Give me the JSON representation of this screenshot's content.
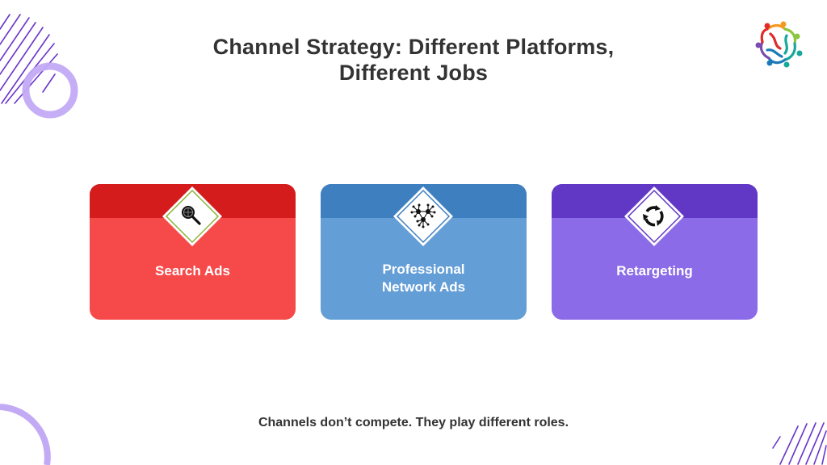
{
  "slide": {
    "title_lines": [
      "Channel Strategy: Different Platforms,",
      "Different Jobs"
    ],
    "footer_text": "Channels don’t compete. They play different roles.",
    "logo_icon": "people-circle-logo-icon"
  },
  "cards": [
    {
      "label_lines": [
        "Search Ads"
      ],
      "icon": "search-globe-icon",
      "band_color": "#d41c1c",
      "body_color": "#f64a4a",
      "frame_color": "#8ab33a"
    },
    {
      "label_lines": [
        "Professional",
        "Network Ads"
      ],
      "icon": "network-nodes-icon",
      "band_color": "#3e7fc0",
      "body_color": "#649ed6",
      "frame_color": "#3e7fc0"
    },
    {
      "label_lines": [
        "Retargeting"
      ],
      "icon": "cycle-arrows-icon",
      "band_color": "#6138c6",
      "body_color": "#8b6be8",
      "frame_color": "#6138c6"
    }
  ],
  "colors": {
    "title": "#333333",
    "accent_purple": "#6a35c9",
    "accent_ring": "#c3aaf5"
  }
}
